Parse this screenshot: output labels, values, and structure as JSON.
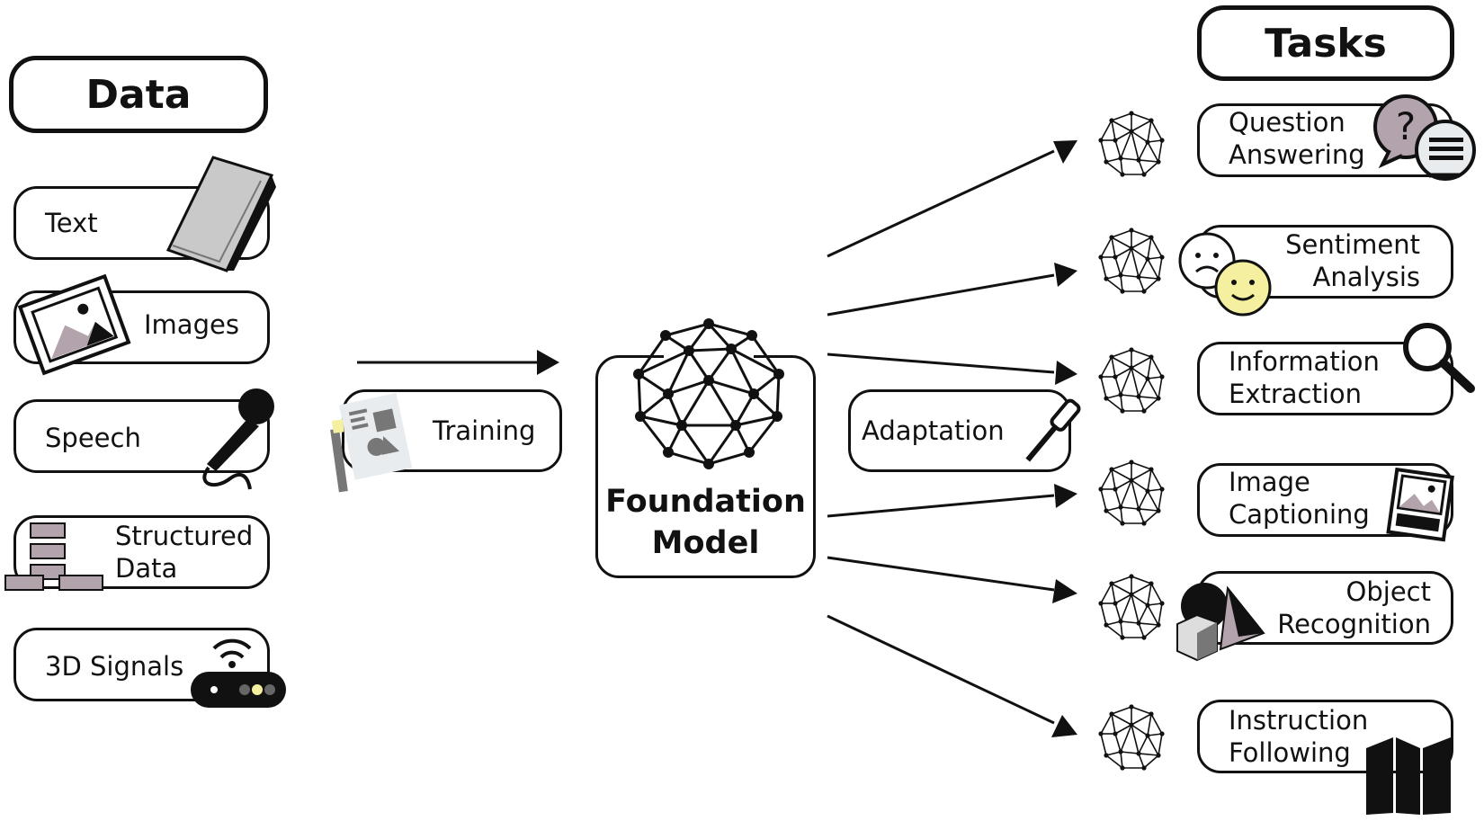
{
  "data_header": "Data",
  "tasks_header": "Tasks",
  "data_items": [
    {
      "label": "Text",
      "icon": "book-icon"
    },
    {
      "label": "Images",
      "icon": "photo-icon"
    },
    {
      "label": "Speech",
      "icon": "microphone-icon"
    },
    {
      "label": "Structured\nData",
      "icon": "hierarchy-icon"
    },
    {
      "label": "3D Signals",
      "icon": "router-icon"
    }
  ],
  "training_label": "Training",
  "foundation_label": "Foundation\nModel",
  "adaptation_label": "Adaptation",
  "tasks": [
    {
      "label": "Question\nAnswering",
      "icon": "chat-question-icon"
    },
    {
      "label": "Sentiment\nAnalysis",
      "icon": "smiley-icon"
    },
    {
      "label": "Information\nExtraction",
      "icon": "magnifier-icon"
    },
    {
      "label": "Image\nCaptioning",
      "icon": "photo-icon"
    },
    {
      "label": "Object\nRecognition",
      "icon": "shapes-icon"
    },
    {
      "label": "Instruction\nFollowing",
      "icon": "map-icon"
    }
  ],
  "colors": {
    "accent_mauve": "#b3a3ad",
    "accent_yellow": "#f4f0a0",
    "line": "#111111"
  }
}
